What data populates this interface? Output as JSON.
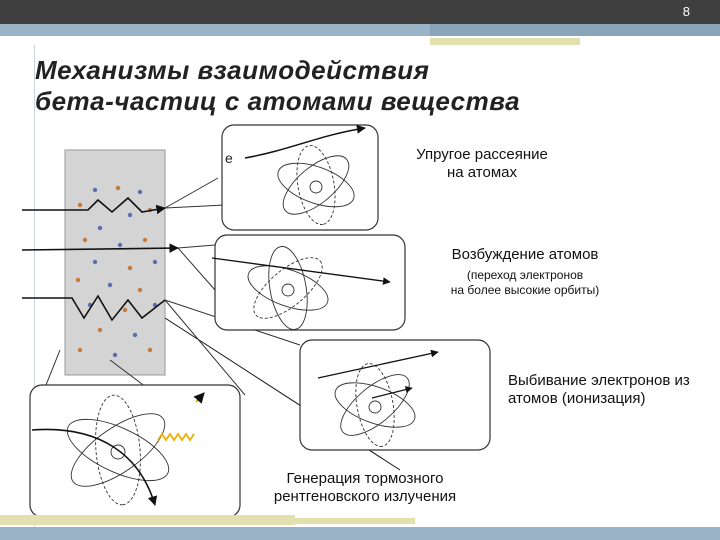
{
  "slide_number": "8",
  "title": {
    "line1": "Механизмы взаимодействия",
    "line2": "бета-частиц с атомами вещества"
  },
  "electron_symbol": "e",
  "panels": [
    {
      "label_line1": "Упругое рассеяние",
      "label_line2": "на атомах"
    },
    {
      "label_line1": "Возбуждение атомов",
      "note_line1": "(переход электронов",
      "note_line2": "на более высокие орбиты)"
    },
    {
      "label_line1": "Выбивание электронов из",
      "label_line2": "атомов (ионизация)"
    },
    {
      "label_line1": "Генерация тормозного",
      "label_line2": "рентгеновского излучения"
    }
  ],
  "colors": {
    "topbar": "#3f3f3f",
    "band_blue": "#9bb3c7",
    "band_cream": "#e3e0b0",
    "slab": "#d4d4d4"
  }
}
